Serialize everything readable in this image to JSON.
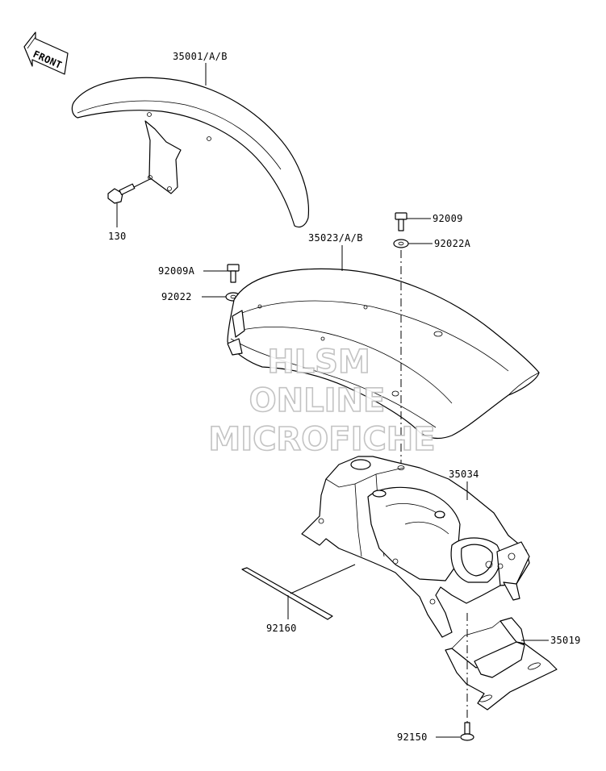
{
  "direction": {
    "text": "FRONT"
  },
  "labels": {
    "front_fender": "35001/A/B",
    "front_bolt": "130",
    "rear_bolt_right": "92009",
    "rear_washer_right": "92022A",
    "rear_fender": "35023/A/B",
    "rear_bolt_left": "92009A",
    "rear_washer_left": "92022",
    "fender_bracket": "35034",
    "strip": "92160",
    "lower_cover": "35019",
    "lower_screw": "92150"
  },
  "watermark": {
    "line1": "HLSM",
    "line2": "ONLINE",
    "line3": "MICROFICHE"
  }
}
